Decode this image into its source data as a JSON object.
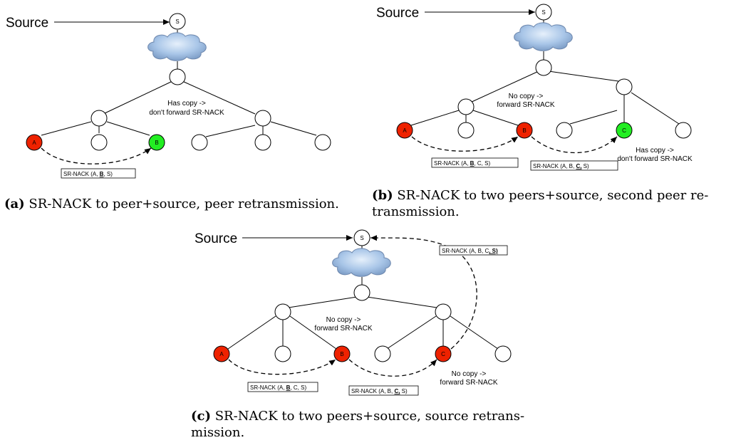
{
  "common": {
    "source_label": "Source",
    "source_node": "S",
    "colors": {
      "red": "#ee2200",
      "green": "#22ee22",
      "white": "#ffffff",
      "line": "#000000"
    }
  },
  "panel_a": {
    "node_a": "A",
    "node_b": "B",
    "note_lines": [
      "Has copy ->",
      "don't forward SR-NACK"
    ],
    "nack_box": {
      "prefix": "SR-NACK (A, ",
      "bold": "B",
      "suffix": ", S)"
    },
    "caption_label": "(a)",
    "caption_text": " SR-NACK to peer+source, peer retransmission."
  },
  "panel_b": {
    "node_a": "A",
    "node_b": "B",
    "node_c": "C",
    "note1_lines": [
      "No copy ->",
      "forward SR-NACK"
    ],
    "note2_lines": [
      "Has copy ->",
      "don't forward SR-NACK"
    ],
    "nack_box1": {
      "prefix": "SR-NACK (A, ",
      "bold": "B",
      "suffix": ", C, S)"
    },
    "nack_box2": {
      "prefix": "SR-NACK (A, B, ",
      "bold": "C,",
      "suffix": " S)"
    },
    "caption_label": "(b)",
    "caption_line1": " SR-NACK to two peers+source, second peer re-",
    "caption_line2": "transmission."
  },
  "panel_c": {
    "node_a": "A",
    "node_b": "B",
    "node_c": "C",
    "note1_lines": [
      "No copy ->",
      "forward SR-NACK"
    ],
    "note2_lines": [
      "No copy ->",
      "forward SR-NACK"
    ],
    "nack_box1": {
      "prefix": "SR-NACK (A, ",
      "bold": "B",
      "suffix": ", C, S)"
    },
    "nack_box2": {
      "prefix": "SR-NACK (A, B, ",
      "bold": "C,",
      "suffix": " S)"
    },
    "nack_box3": {
      "prefix": "SR-NACK (A, B, C",
      "bold": ", S)",
      "suffix": ""
    },
    "caption_label": "(c)",
    "caption_line1": " SR-NACK to two peers+source, source retrans-",
    "caption_line2": "mission."
  }
}
